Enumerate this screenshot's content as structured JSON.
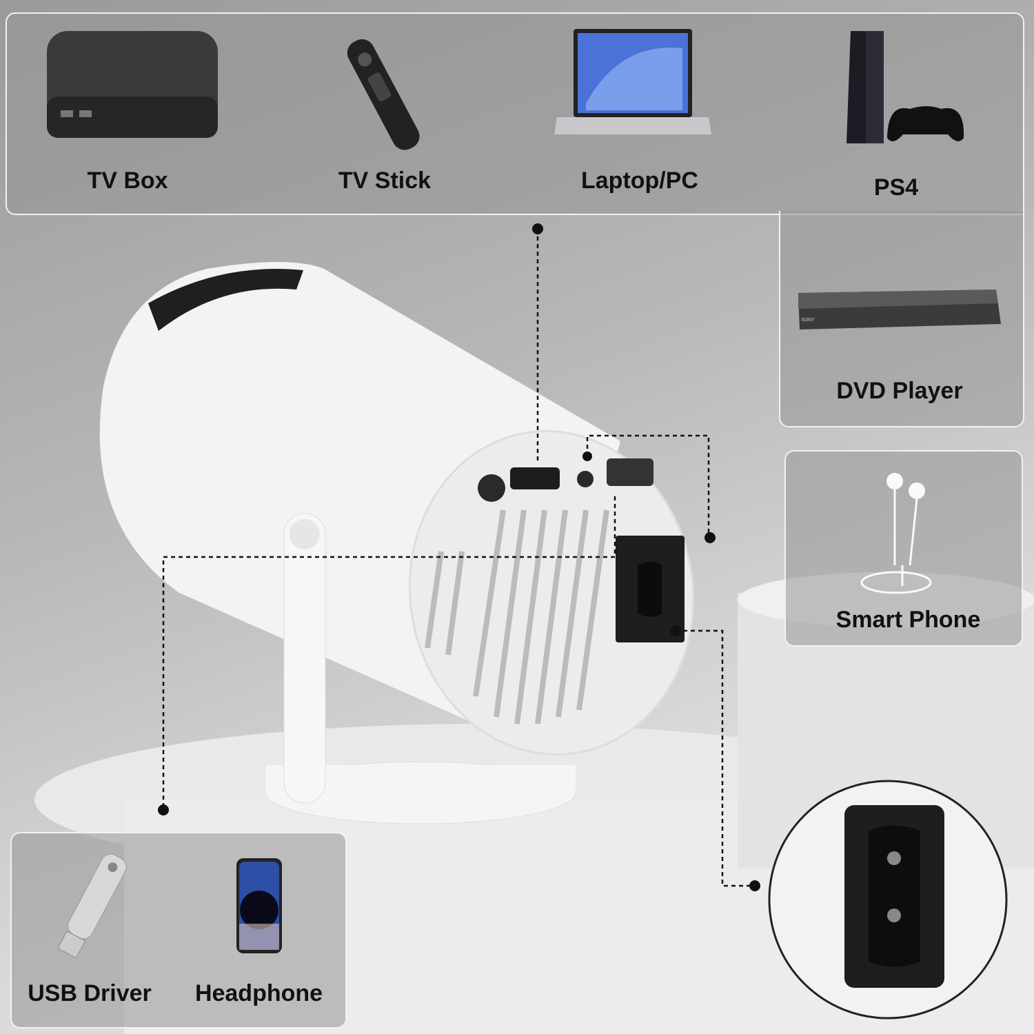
{
  "top_panel": {
    "items": [
      {
        "label": "TV Box",
        "icon": "tv-box-icon"
      },
      {
        "label": "TV Stick",
        "icon": "remote-stick-icon"
      },
      {
        "label": "Laptop/PC",
        "icon": "laptop-icon"
      },
      {
        "label": "PS4",
        "icon": "game-console-icon"
      },
      {
        "label": "DVD Player",
        "icon": "dvd-player-icon"
      }
    ]
  },
  "right_panel": {
    "label": "Smart Phone",
    "icon": "earphones-icon"
  },
  "bottom_panel": {
    "items": [
      {
        "label": "USB Driver",
        "icon": "usb-drive-icon"
      },
      {
        "label": "Headphone",
        "icon": "smartphone-icon"
      }
    ]
  },
  "colors": {
    "panel_border": "#f2f2f2",
    "projector_body": "#f4f4f4",
    "socket": "#1e1e1e"
  }
}
